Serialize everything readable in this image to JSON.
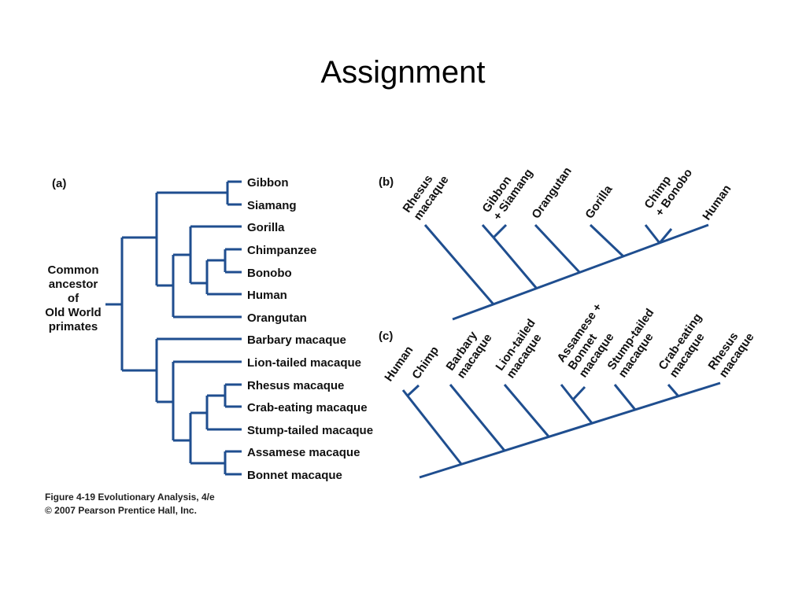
{
  "slide": {
    "title": "Assignment"
  },
  "colors": {
    "branch": "#1f4e8f",
    "text": "#111111",
    "background": "#ffffff"
  },
  "panel_a": {
    "label": "(a)",
    "root_label": [
      "Common",
      "ancestor",
      "of",
      "Old World",
      "primates"
    ],
    "leaves": [
      "Gibbon",
      "Siamang",
      "Gorilla",
      "Chimpanzee",
      "Bonobo",
      "Human",
      "Orangutan",
      "Barbary macaque",
      "Lion-tailed macaque",
      "Rhesus macaque",
      "Crab-eating macaque",
      "Stump-tailed macaque",
      "Assamese macaque",
      "Bonnet macaque"
    ]
  },
  "panel_b": {
    "label": "(b)",
    "leaves": [
      [
        "Rhesus",
        "macaque"
      ],
      [
        "Gibbon",
        "+ Siamang"
      ],
      [
        "Orangutan"
      ],
      [
        "Gorilla"
      ],
      [
        "Chimp",
        "+ Bonobo"
      ],
      [
        "Human"
      ]
    ]
  },
  "panel_c": {
    "label": "(c)",
    "leaves": [
      [
        "Human"
      ],
      [
        "Chimp"
      ],
      [
        "Barbary",
        "macaque"
      ],
      [
        "Lion-tailed",
        "macaque"
      ],
      [
        "Assamese +",
        "Bonnet",
        "macaque"
      ],
      [
        "Stump-tailed",
        "macaque"
      ],
      [
        "Crab-eating",
        "macaque"
      ],
      [
        "Rhesus",
        "macaque"
      ]
    ]
  },
  "caption": {
    "line1": "Figure 4-19  Evolutionary Analysis, 4/e",
    "line2": "© 2007 Pearson Prentice Hall, Inc."
  }
}
